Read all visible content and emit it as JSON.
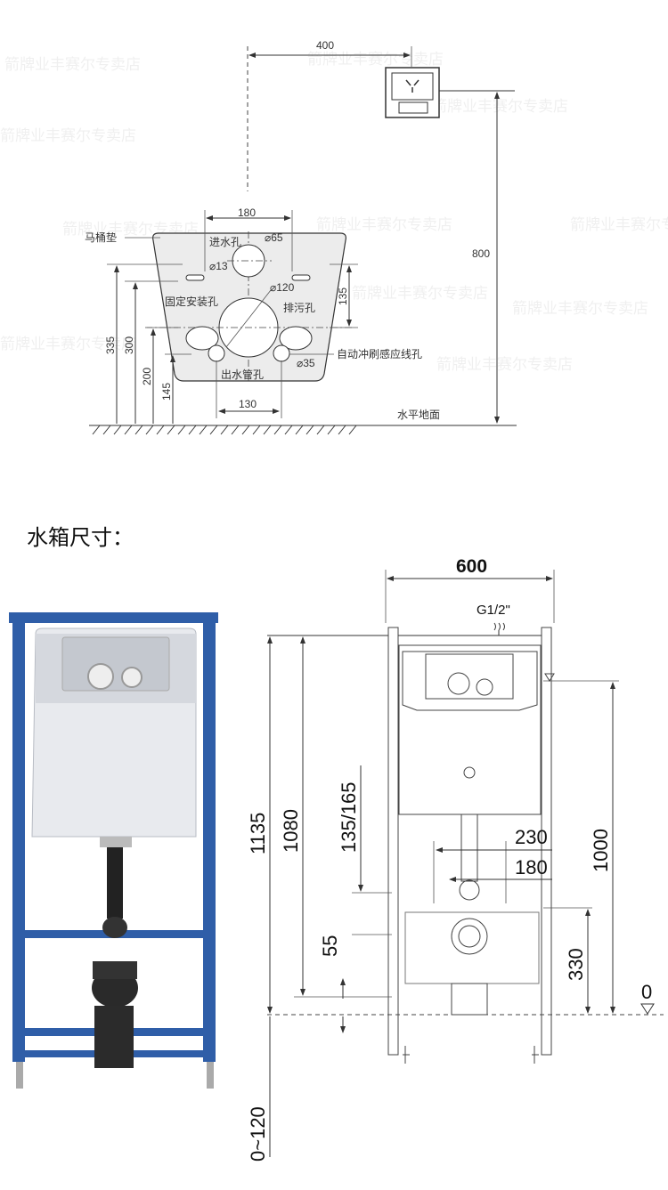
{
  "watermark": "箭牌业丰赛尔专卖店",
  "top_diagram": {
    "dim_400": "400",
    "dim_800": "800",
    "dim_180": "180",
    "dim_135": "135",
    "dim_130": "130",
    "dim_335": "335",
    "dim_300": "300",
    "dim_200": "200",
    "dim_145": "145",
    "label_seat": "马桶垫",
    "label_inlet": "进水孔",
    "label_d65": "⌀65",
    "label_d13": "⌀13",
    "label_fixing": "固定安装孔",
    "label_d120": "⌀120",
    "label_drain": "排污孔",
    "label_sensor": "自动冲刷感应线孔",
    "label_d35": "⌀35",
    "label_outlet": "出水管孔",
    "label_floor": "水平地面"
  },
  "section_title": "水箱尺寸：",
  "bottom_diagram": {
    "dim_600": "600",
    "label_g12": "G1/2\"",
    "dim_1135": "1135",
    "dim_1080": "1080",
    "dim_135_165": "135/165",
    "dim_55": "55",
    "dim_0_120": "0~120",
    "dim_230": "230",
    "dim_180": "180",
    "dim_1000": "1000",
    "dim_330": "330",
    "dim_0": "0"
  },
  "colors": {
    "frame_blue": "#2f5ea8",
    "line": "#333333"
  }
}
